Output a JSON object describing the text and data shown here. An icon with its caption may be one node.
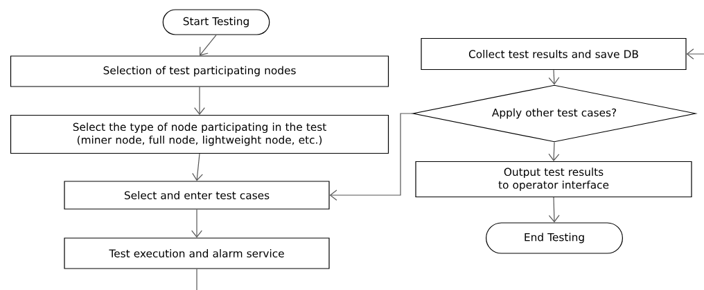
{
  "diagram": {
    "nodes": [
      {
        "text": [
          "Start Testing"
        ]
      },
      {
        "text": [
          "Selection of test participating nodes"
        ]
      },
      {
        "text": [
          "Select the type of node participating in the test (miner node, full node, lightweight node, etc.)"
        ]
      },
      {
        "text": [
          "Select and enter test cases"
        ]
      },
      {
        "text": [
          "Test execution and alarm service"
        ]
      },
      {
        "text": [
          "Collect test results and save DB"
        ]
      },
      {
        "text": [
          "Apply other test cases?"
        ]
      },
      {
        "text": [
          "Output test results to operator interface"
        ]
      },
      {
        "text": [
          "End Testing"
        ]
      }
    ],
    "edges": [
      {
        "from": 0,
        "to": 1,
        "arrow": "to"
      },
      {
        "from": 1,
        "to": 2,
        "arrow": "to"
      },
      {
        "from": 2,
        "to": 3,
        "arrow": "to"
      },
      {
        "from": 3,
        "to": 4,
        "arrow": "to"
      },
      {
        "from": 4,
        "to": null,
        "arrow": "none"
      },
      {
        "from": null,
        "to": 5,
        "arrow": "to"
      },
      {
        "from": 5,
        "to": 6,
        "arrow": "to"
      },
      {
        "from": 6,
        "to": 7,
        "arrow": "to"
      },
      {
        "from": 6,
        "to": 3,
        "arrow": "to"
      },
      {
        "from": 7,
        "to": 8,
        "arrow": "to"
      }
    ]
  }
}
